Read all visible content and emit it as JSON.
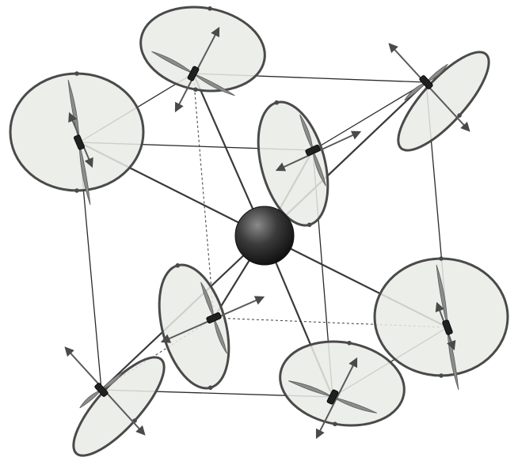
{
  "figure": {
    "subject": "cube-frame-multirotor",
    "rotor_count": 8,
    "colors": {
      "background": "#ffffff",
      "frame_edge": "#2a2a2a",
      "arm": "#3a3a3a",
      "hidden_edge": "#3a3a3a",
      "disc_fill": "#e9ebe5",
      "disc_rim": "#4a4a4a",
      "blade": "#8c8c8c",
      "motor": "#202020",
      "arrow": "#5a5a5a",
      "hub_light": "#8a8a8a",
      "hub_dark": "#0a0a0a"
    }
  },
  "center_hub": {
    "icon": "sphere-hub"
  },
  "rotors": [
    {
      "id": "top-front",
      "icon": "propeller-icon",
      "spin_arrow": "curved-arrow-icon"
    },
    {
      "id": "top-right",
      "icon": "propeller-icon",
      "spin_arrow": "curved-arrow-icon"
    },
    {
      "id": "top-left",
      "icon": "propeller-icon",
      "spin_arrow": "curved-arrow-icon"
    },
    {
      "id": "upper-inner-right",
      "icon": "propeller-icon",
      "spin_arrow": "curved-arrow-icon"
    },
    {
      "id": "lower-inner-left",
      "icon": "propeller-icon",
      "spin_arrow": "curved-arrow-icon"
    },
    {
      "id": "right",
      "icon": "propeller-icon",
      "spin_arrow": "curved-arrow-icon"
    },
    {
      "id": "bottom-front",
      "icon": "propeller-icon",
      "spin_arrow": "curved-arrow-icon"
    },
    {
      "id": "bottom-left",
      "icon": "propeller-icon",
      "spin_arrow": "curved-arrow-icon"
    }
  ]
}
